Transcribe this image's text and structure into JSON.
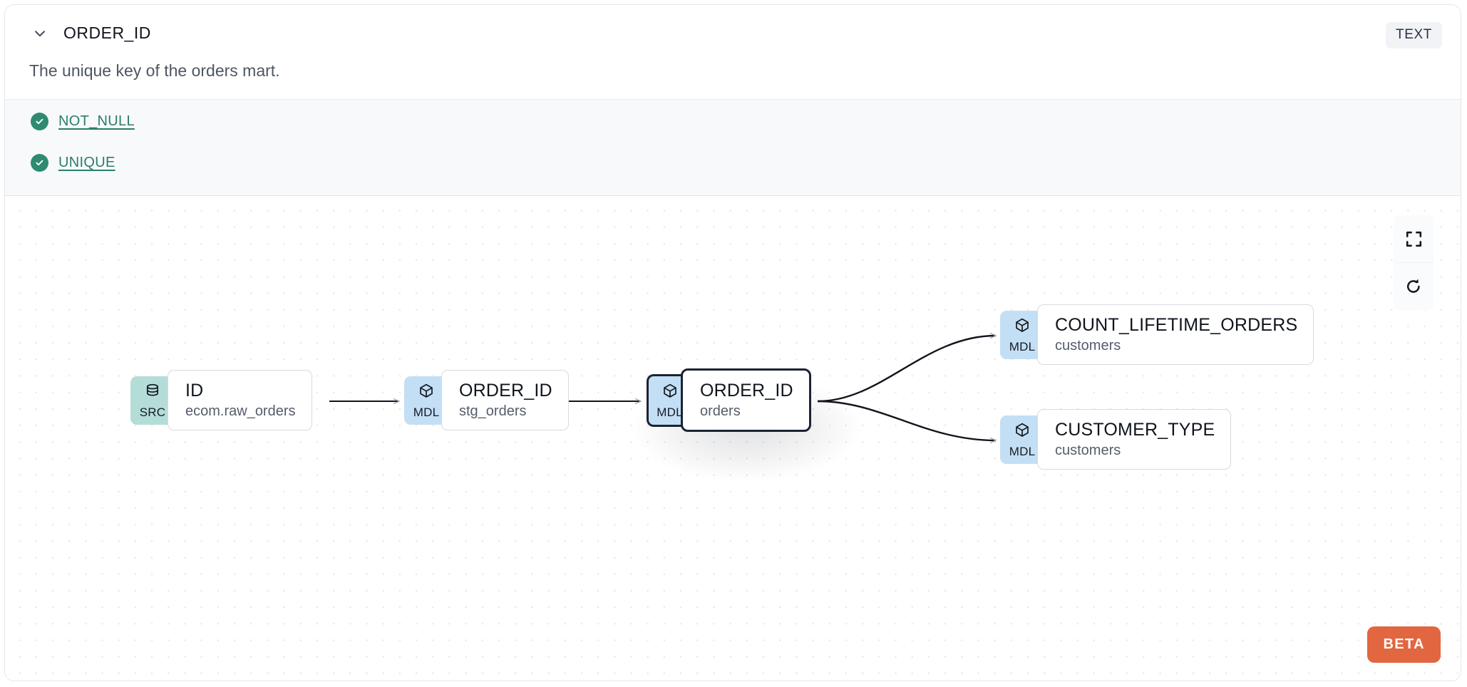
{
  "header": {
    "column_name": "ORDER_ID",
    "type_badge": "TEXT",
    "description": "The unique key of the orders mart.",
    "chevron_icon": "chevron-down-icon"
  },
  "tests": [
    {
      "label": "NOT_NULL",
      "status": "passed",
      "icon": "check-circle-icon"
    },
    {
      "label": "UNIQUE",
      "status": "passed",
      "icon": "check-circle-icon"
    }
  ],
  "lineage": {
    "nodes": [
      {
        "id": "src-id",
        "badge_label": "SRC",
        "badge_icon": "database-icon",
        "badge_color": "#b4ddd8",
        "name": "ID",
        "subtitle": "ecom.raw_orders",
        "selected": false
      },
      {
        "id": "mdl-stg-order-id",
        "badge_label": "MDL",
        "badge_icon": "cube-icon",
        "badge_color": "#c3dff5",
        "name": "ORDER_ID",
        "subtitle": "stg_orders",
        "selected": false
      },
      {
        "id": "mdl-orders-order-id",
        "badge_label": "MDL",
        "badge_icon": "cube-icon",
        "badge_color": "#c3dff5",
        "name": "ORDER_ID",
        "subtitle": "orders",
        "selected": true
      },
      {
        "id": "mdl-count-lifetime-orders",
        "badge_label": "MDL",
        "badge_icon": "cube-icon",
        "badge_color": "#c3dff5",
        "name": "COUNT_LIFETIME_ORDERS",
        "subtitle": "customers",
        "selected": false
      },
      {
        "id": "mdl-customer-type",
        "badge_label": "MDL",
        "badge_icon": "cube-icon",
        "badge_color": "#c3dff5",
        "name": "CUSTOMER_TYPE",
        "subtitle": "customers",
        "selected": false
      }
    ],
    "edges": [
      {
        "from": "src-id",
        "to": "mdl-stg-order-id"
      },
      {
        "from": "mdl-stg-order-id",
        "to": "mdl-orders-order-id"
      },
      {
        "from": "mdl-orders-order-id",
        "to": "mdl-count-lifetime-orders"
      },
      {
        "from": "mdl-orders-order-id",
        "to": "mdl-customer-type"
      }
    ],
    "controls": [
      {
        "name": "fit-view",
        "icon": "fullscreen-icon"
      },
      {
        "name": "reset",
        "icon": "refresh-icon"
      }
    ],
    "beta_badge": "BETA"
  }
}
